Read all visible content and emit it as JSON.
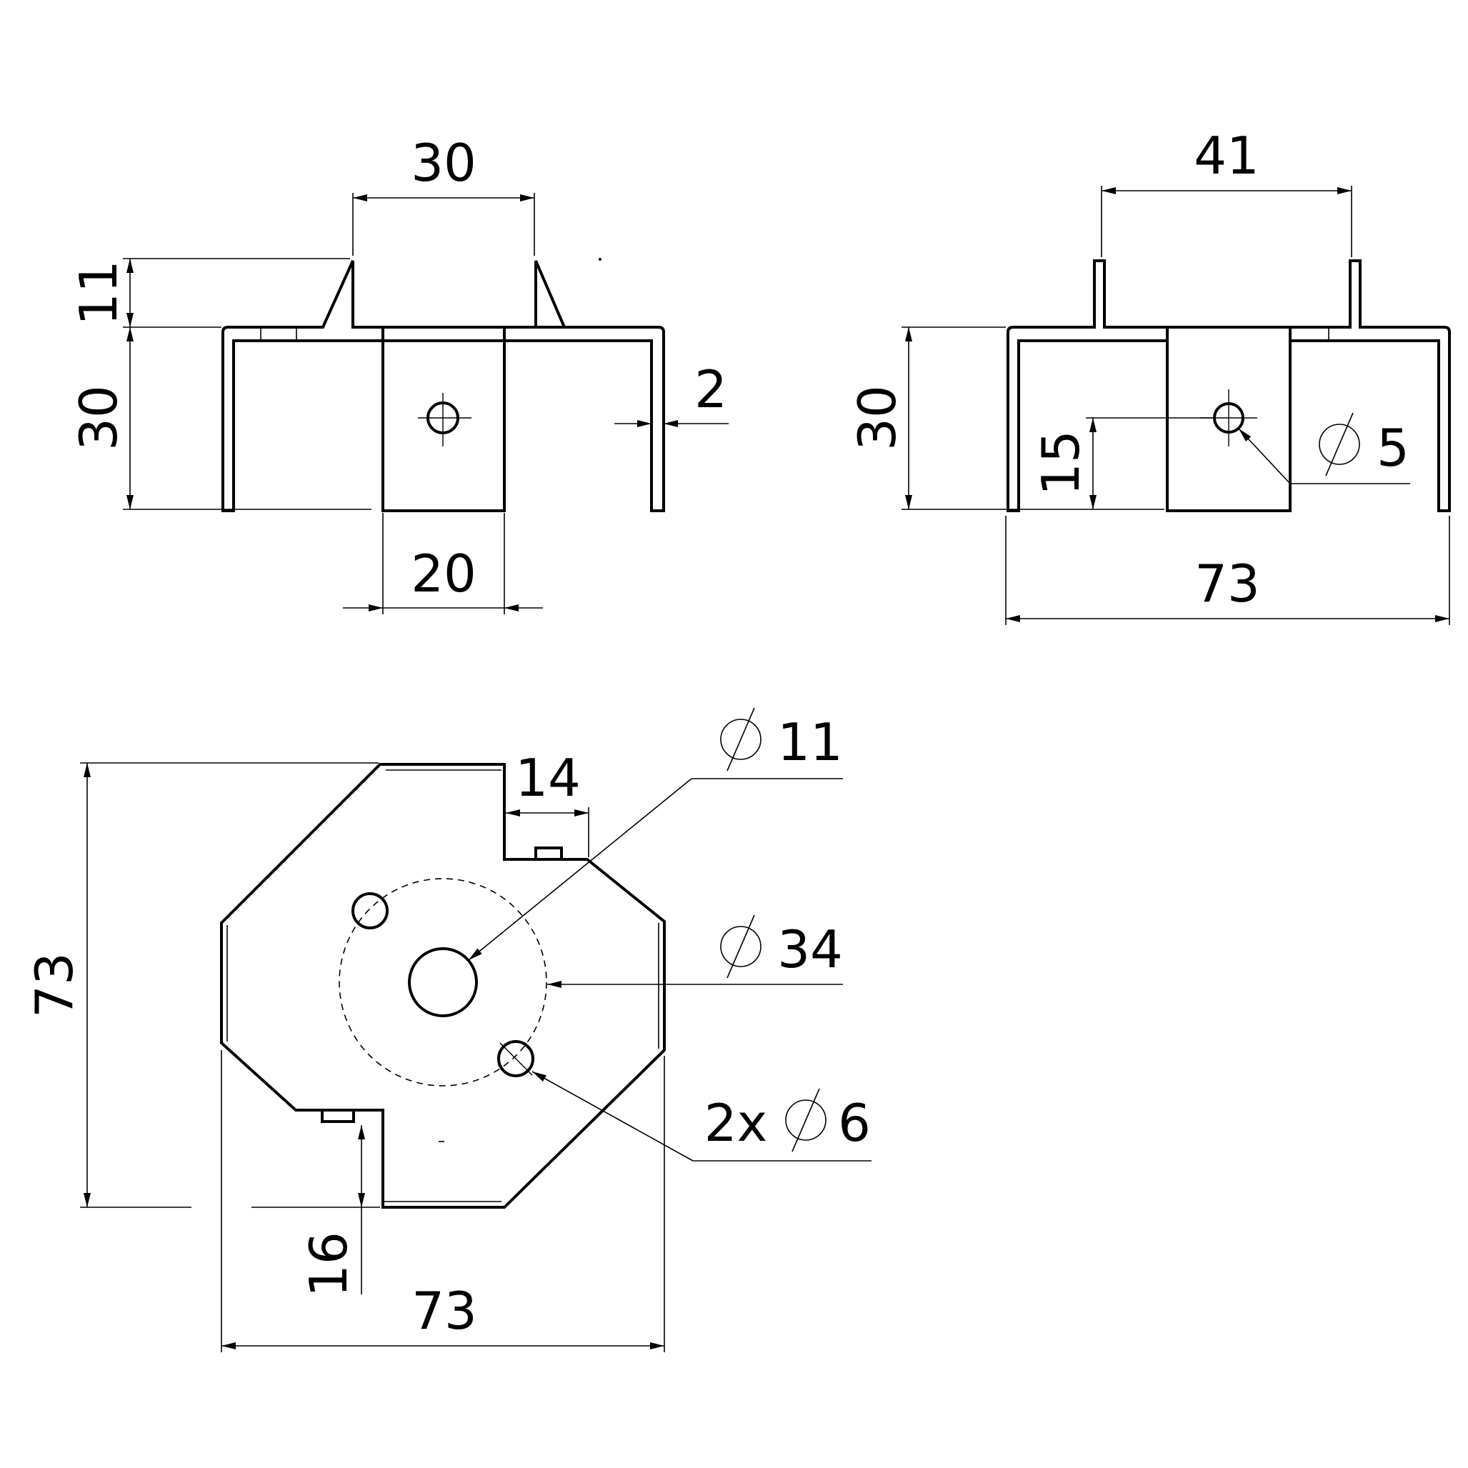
{
  "views": {
    "front": {
      "dims": {
        "top_width": "30",
        "height_upper": "11",
        "height_body": "30",
        "thickness": "2",
        "tab_width": "20"
      }
    },
    "side": {
      "dims": {
        "top_width": "41",
        "height": "30",
        "hole_height": "15",
        "hole_label": "5",
        "overall_width": "73"
      }
    },
    "plan": {
      "dims": {
        "notch_width": "14",
        "center_hole_label": "11",
        "bolt_circle_label": "34",
        "bolt_holes_label": "2x",
        "bolt_holes_diam": "6",
        "overall_height": "73",
        "notch_depth": "16",
        "overall_width": "73"
      }
    }
  },
  "colors": {
    "line": "#000000",
    "background": "#ffffff"
  },
  "icons": {
    "diameter": "diameter-symbol-icon"
  }
}
